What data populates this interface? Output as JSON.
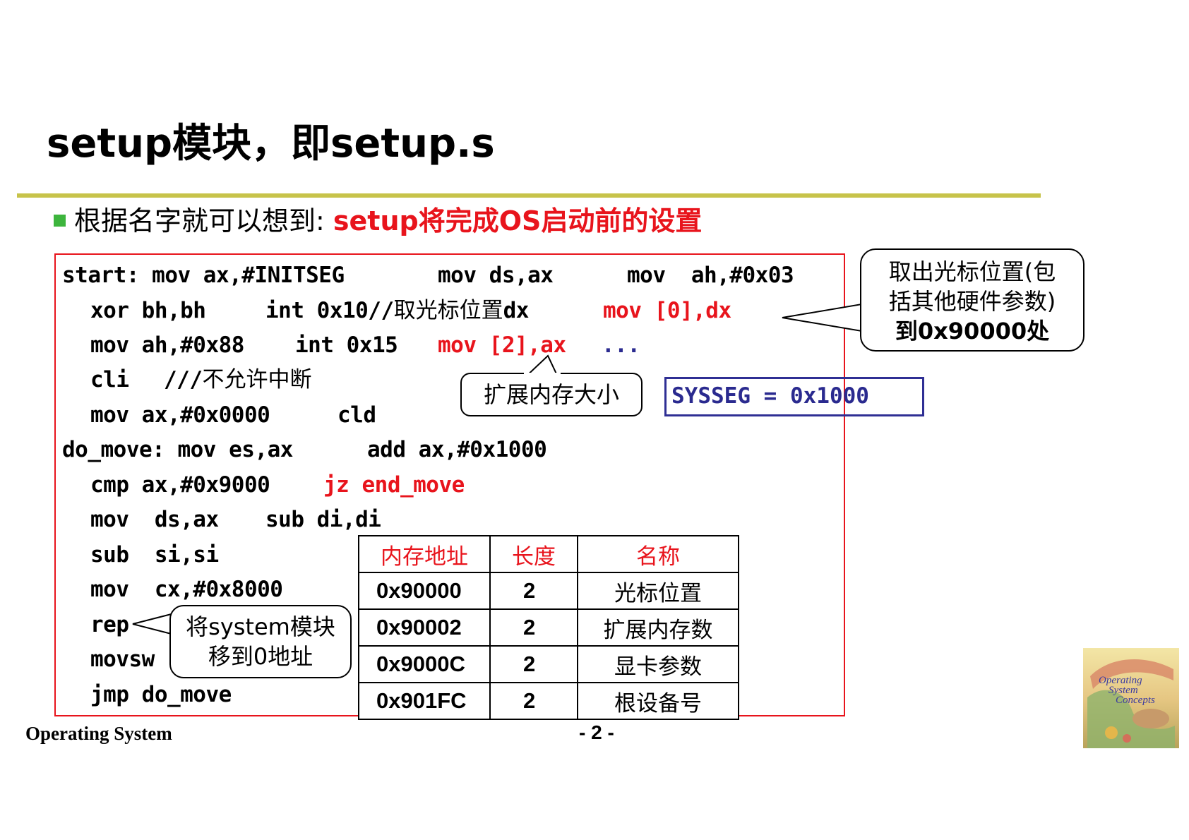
{
  "title": "setup模块，即setup.s",
  "bullet": {
    "lead": "根据名字就可以想到: ",
    "highlight": "setup将完成OS启动前的设置"
  },
  "code": {
    "line1": {
      "label": "start:",
      "a": "mov ax,#INITSEG",
      "b": "mov ds,ax",
      "c": "mov  ah,#0x03"
    },
    "line2": {
      "a": "xor bh,bh",
      "b": "int 0x10//",
      "b_cn": "取光标位置",
      "b_tail": "dx",
      "red": "mov [0],dx"
    },
    "line3": {
      "a": "mov ah,#0x88",
      "b": "int 0x15",
      "red": "mov [2],ax",
      "blue": "..."
    },
    "line4": {
      "a": "cli",
      "b": "///",
      "b_cn": "不允许中断"
    },
    "line5": {
      "a": "mov ax,#0x0000",
      "b": "cld"
    },
    "line6": {
      "label": "do_move:",
      "a": "mov es,ax",
      "b": "add ax,#0x1000"
    },
    "line7": {
      "a": "cmp ax,#0x9000",
      "red": "jz end_move"
    },
    "line8": {
      "a": "mov  ds,ax",
      "b": "sub di,di"
    },
    "line9": {
      "a": "sub  si,si"
    },
    "line10": {
      "a": "mov  cx,#0x8000"
    },
    "line11": {
      "a": "rep"
    },
    "line12": {
      "a": "movsw"
    },
    "line13": {
      "a": "jmp do_move"
    }
  },
  "callouts": {
    "cursor_line1": "取出光标位置(包",
    "cursor_line2": "括其他硬件参数)",
    "cursor_line3": "到0x90000处",
    "ext_mem": "扩展内存大小",
    "move_line1": "将system模块",
    "move_line2": "移到0地址"
  },
  "sysseg": "SYSSEG = 0x1000",
  "table": {
    "headers": [
      "内存地址",
      "长度",
      "名称"
    ],
    "rows": [
      [
        "0x90000",
        "2",
        "光标位置"
      ],
      [
        "0x90002",
        "2",
        "扩展内存数"
      ],
      [
        "0x9000C",
        "2",
        "显卡参数"
      ],
      [
        "0x901FC",
        "2",
        "根设备号"
      ]
    ]
  },
  "footer": {
    "course": "Operating System",
    "page": "- 2 -"
  },
  "book": {
    "line1": "Operating",
    "line2": "System",
    "line3": "Concepts"
  },
  "colors": {
    "accent_rule": "#c7c34a",
    "highlight_red": "#e8141c",
    "bullet_green": "#3db53d",
    "sysseg_blue": "#2f2f94"
  }
}
